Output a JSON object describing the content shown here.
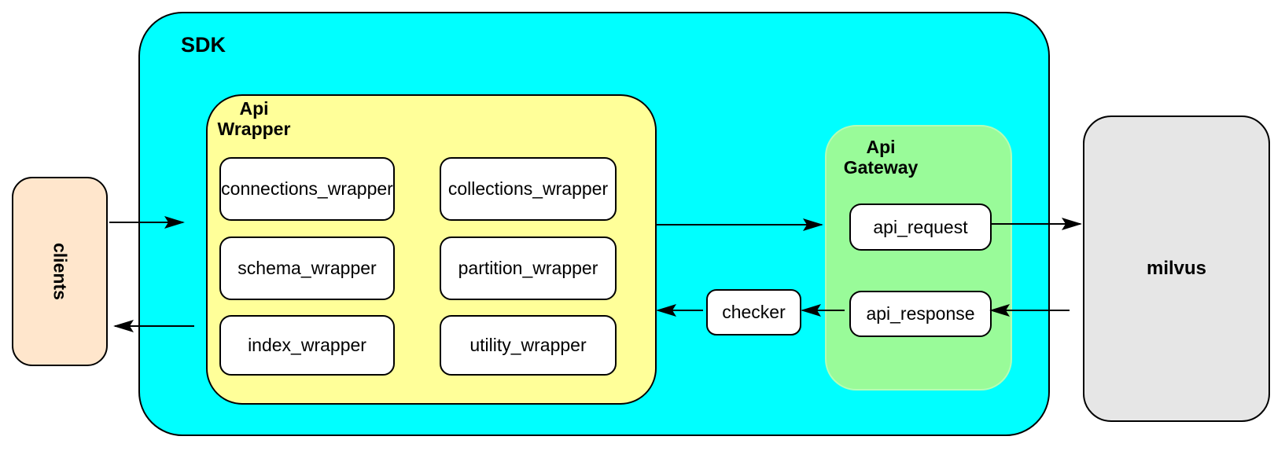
{
  "colors": {
    "sdk_fill": "#00ffff",
    "api_wrapper_fill": "#ffff99",
    "api_gateway_fill": "#99fb99",
    "clients_fill": "#ffe6cc",
    "milvus_fill": "#e6e6e6",
    "leaf_box_fill": "#ffffff",
    "line": "#000000"
  },
  "clients": {
    "label": "clients"
  },
  "sdk": {
    "label": "SDK"
  },
  "api_wrapper": {
    "label_line1": "Api",
    "label_line2": "Wrapper",
    "boxes": [
      "connections_wrapper",
      "collections_wrapper",
      "schema_wrapper",
      "partition_wrapper",
      "index_wrapper",
      "utility_wrapper"
    ]
  },
  "api_gateway": {
    "label_line1": "Api",
    "label_line2": "Gateway",
    "request_label": "api_request",
    "response_label": "api_response"
  },
  "checker": {
    "label": "checker"
  },
  "milvus": {
    "label": "milvus"
  },
  "connections": [
    {
      "from": "clients",
      "to": "api_wrapper"
    },
    {
      "from": "api_wrapper",
      "to": "api_gateway"
    },
    {
      "from": "api_request",
      "to": "milvus"
    },
    {
      "from": "milvus",
      "to": "api_response"
    },
    {
      "from": "api_response",
      "to": "checker"
    },
    {
      "from": "checker",
      "to": "api_wrapper"
    },
    {
      "from": "api_wrapper",
      "to": "clients"
    }
  ]
}
